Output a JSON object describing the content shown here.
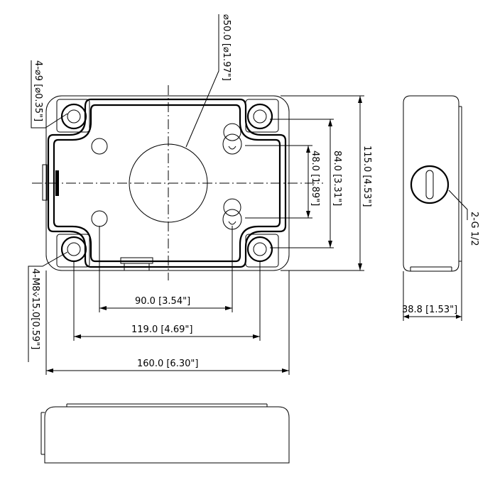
{
  "drawing": {
    "dims": {
      "center_hole": "⌀50.0 [⌀1.97\"]",
      "corner_holes": "4-⌀9 [⌀0.35\"]",
      "screw_thread": "4-M8⩒15.0[0.59\"]",
      "width_inner": "90.0 [3.54\"]",
      "width_mid": "119.0 [4.69\"]",
      "width_total": "160.0 [6.30\"]",
      "height_inner": "48.0 [1.89\"]",
      "height_mid": "84.0 [3.31\"]",
      "height_total": "115.0 [4.53\"]",
      "thread_port": "2-G 1/2",
      "depth": "38.8 [1.53\"]"
    },
    "colors": {
      "line": "#000000",
      "background": "#ffffff"
    }
  }
}
